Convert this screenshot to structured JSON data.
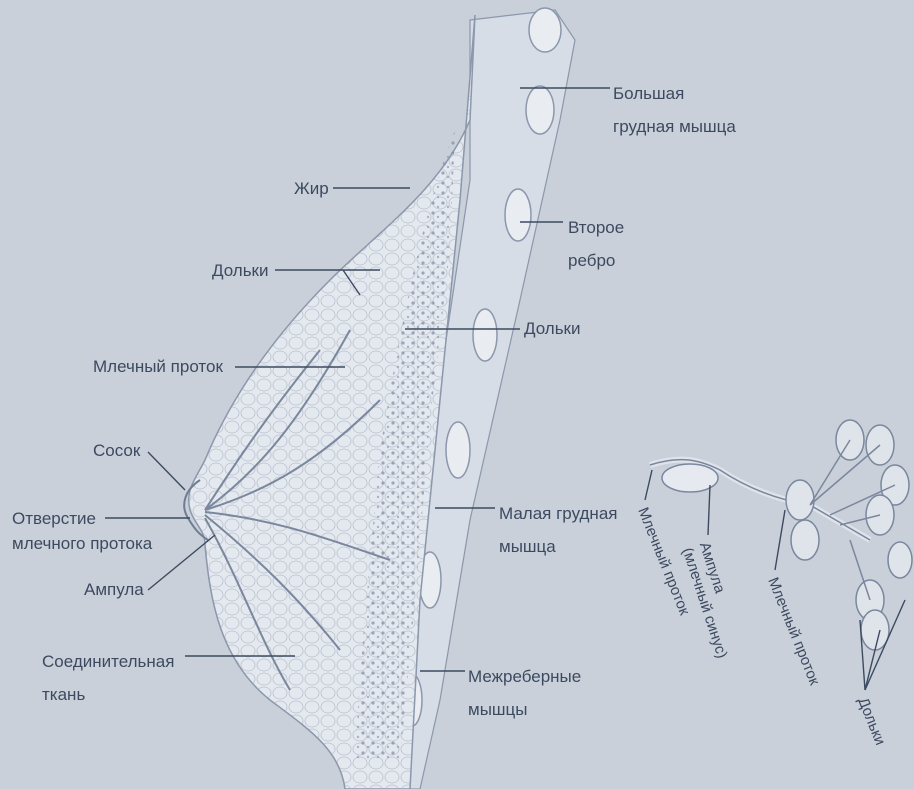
{
  "diagram": {
    "background": "#c9d0da",
    "line_color": "#3c4a60",
    "tissue_color": "#e6eaf0",
    "labels": {
      "fat": "Жир",
      "lobules_left": "Дольки",
      "milk_duct": "Млечный проток",
      "nipple": "Сосок",
      "duct_opening": "Отверстие\nмлечного протока",
      "ampulla": "Ампула",
      "connective_tissue": "Соединительная\nткань",
      "pec_major": "Большая\nгрудная мышца",
      "second_rib": "Второе\nребро",
      "lobules_right": "Дольки",
      "pec_minor": "Малая грудная\nмышца",
      "intercostal": "Межреберные\nмышцы"
    },
    "inset_labels": {
      "milk_duct_1": "Млечный проток",
      "ampulla": "Ампула\n(млечный синус)",
      "milk_duct_2": "Млечный проток",
      "lobules": "Дольки"
    }
  }
}
